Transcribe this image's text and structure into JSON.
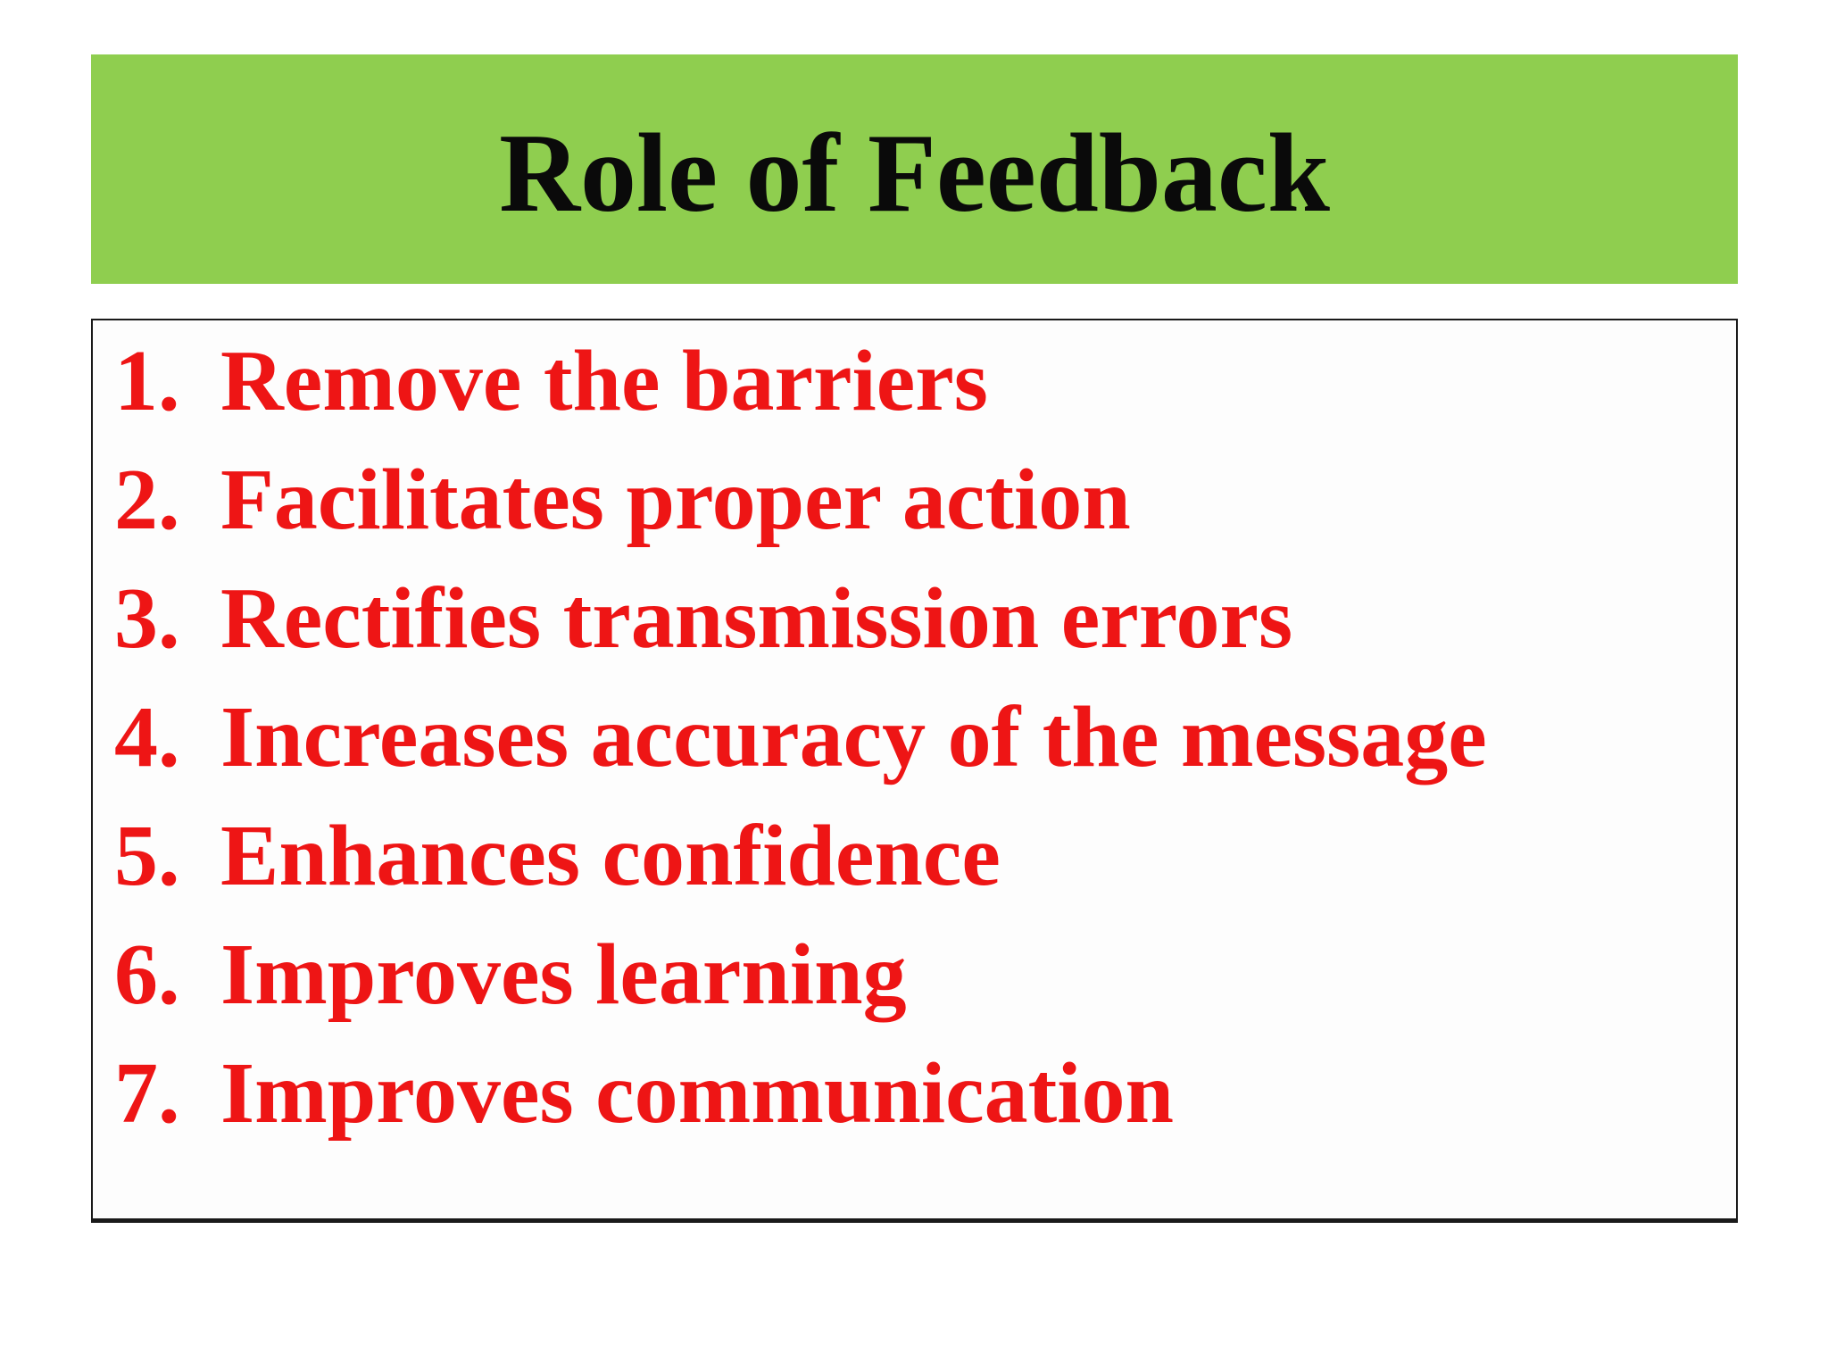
{
  "slide": {
    "title": "Role of Feedback",
    "list": {
      "items": [
        {
          "number": "1.",
          "text": "Remove the barriers"
        },
        {
          "number": "2.",
          "text": "Facilitates proper action"
        },
        {
          "number": "3.",
          "text": "Rectifies transmission errors"
        },
        {
          "number": "4.",
          "text": "Increases accuracy of the message"
        },
        {
          "number": "5.",
          "text": "Enhances confidence"
        },
        {
          "number": "6.",
          "text": "Improves learning"
        },
        {
          "number": "7.",
          "text": "Improves communication"
        }
      ]
    }
  },
  "colors": {
    "banner_green": "#8FCE4F",
    "text_red": "#EE1515",
    "title_black": "#0A0A0A",
    "box_border": "#1A1A1A"
  }
}
